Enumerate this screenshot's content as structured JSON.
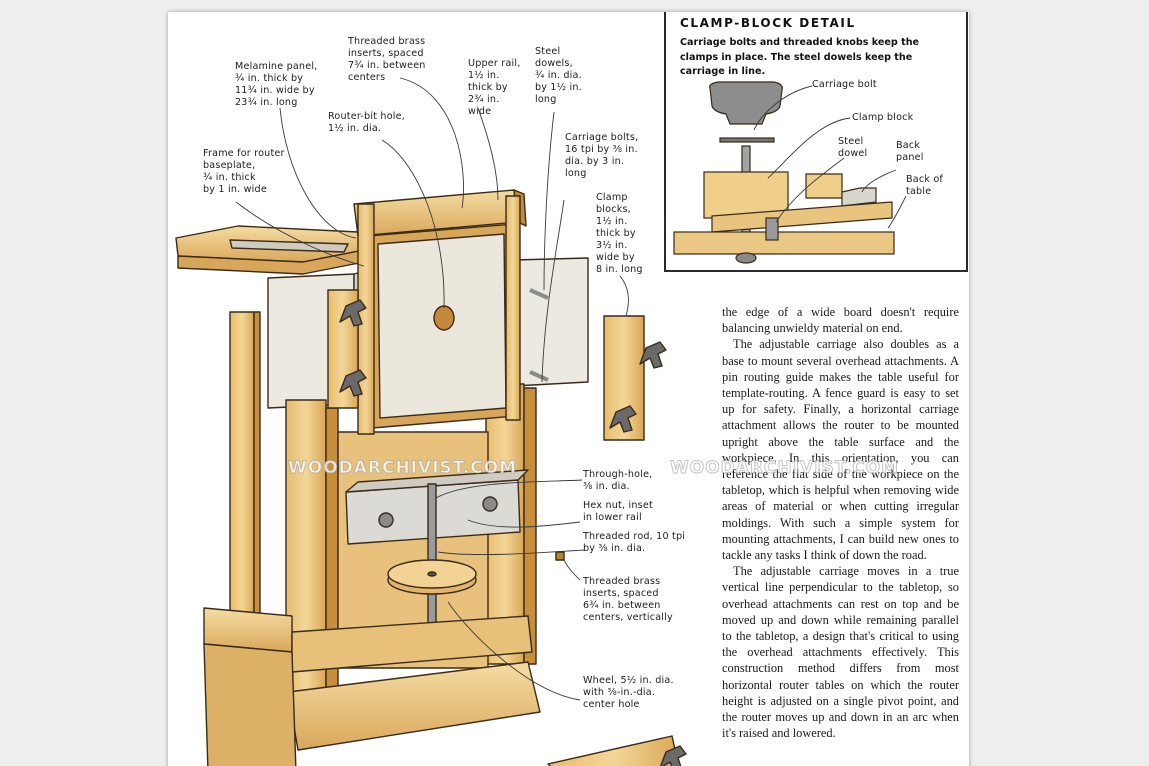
{
  "callouts": {
    "melamine": "Melamine panel,\n¾ in. thick by\n11¾ in. wide by\n23¾ in. long",
    "threaded_brass_top": "Threaded brass\ninserts, spaced\n7¾ in. between\ncenters",
    "upper_rail": "Upper rail,\n1½ in.\nthick by\n2¾ in.\nwide",
    "steel_dowels": "Steel\ndowels,\n¾ in. dia.\nby 1½ in.\nlong",
    "router_bit": "Router-bit hole,\n1½ in. dia.",
    "frame": "Frame for router\nbaseplate,\n¾ in. thick\nby 1 in. wide",
    "carriage_bolts": "Carriage bolts,\n16 tpi by ⅜ in.\ndia. by 3 in.\nlong",
    "clamp_blocks": "Clamp\nblocks,\n1½ in.\nthick by\n3½ in.\nwide by\n8 in. long",
    "through_hole": "Through-hole,\n⅜ in. dia.",
    "hex_nut": "Hex nut, inset\nin lower rail",
    "threaded_rod": "Threaded rod, 10 tpi\nby ⅜ in. dia.",
    "threaded_brass_side": "Threaded brass\ninserts, spaced\n6¾ in. between\ncenters, vertically",
    "wheel": "Wheel, 5½ in. dia.\nwith ⅜-in.-dia.\ncenter hole"
  },
  "detail": {
    "title": "CLAMP-BLOCK DETAIL",
    "caption": "Carriage bolts and threaded knobs keep the clamps in place. The steel dowels keep the carriage in line.",
    "labels": {
      "carriage_bolt": "Carriage bolt",
      "clamp_block": "Clamp block",
      "steel_dowel": "Steel\ndowel",
      "back_panel": "Back\npanel",
      "back_of_table": "Back of\ntable"
    }
  },
  "body": {
    "p1": "the edge of a wide board doesn't require balancing unwieldy material on end.",
    "p2": "The adjustable carriage also doubles as a base to mount several overhead attachments. A pin routing guide makes the table useful for template-routing. A fence guard is easy to set up for safety. Finally, a horizontal carriage attachment allows the router to be mounted upright above the table surface and the workpiece. In this orientation, you can reference the flat side of the workpiece on the tabletop, which is helpful when removing wide areas of material or when cutting irregular moldings. With such a simple system for mounting attachments, I can build new ones to tackle any tasks I think of down the road.",
    "p3": "The adjustable carriage moves in a true vertical line perpendicular to the tabletop, so overhead attachments can rest on top and be moved up and down while remaining parallel to the tabletop, a design that's critical to using the overhead attachments effectively. This construction method differs from most horizontal router tables on which the router height is adjusted on a single pivot point, and the router moves up and down in an arc when it's raised and lowered."
  },
  "watermarks": {
    "left": "WOODARCHIVIST.COM",
    "right": "WOODARCHIVIST.COM"
  },
  "colors": {
    "wood_light": "#f0cf8a",
    "wood_mid": "#e0b264",
    "wood_dark": "#c8913f",
    "panel": "#ece9e0",
    "ink": "#2b2218"
  }
}
